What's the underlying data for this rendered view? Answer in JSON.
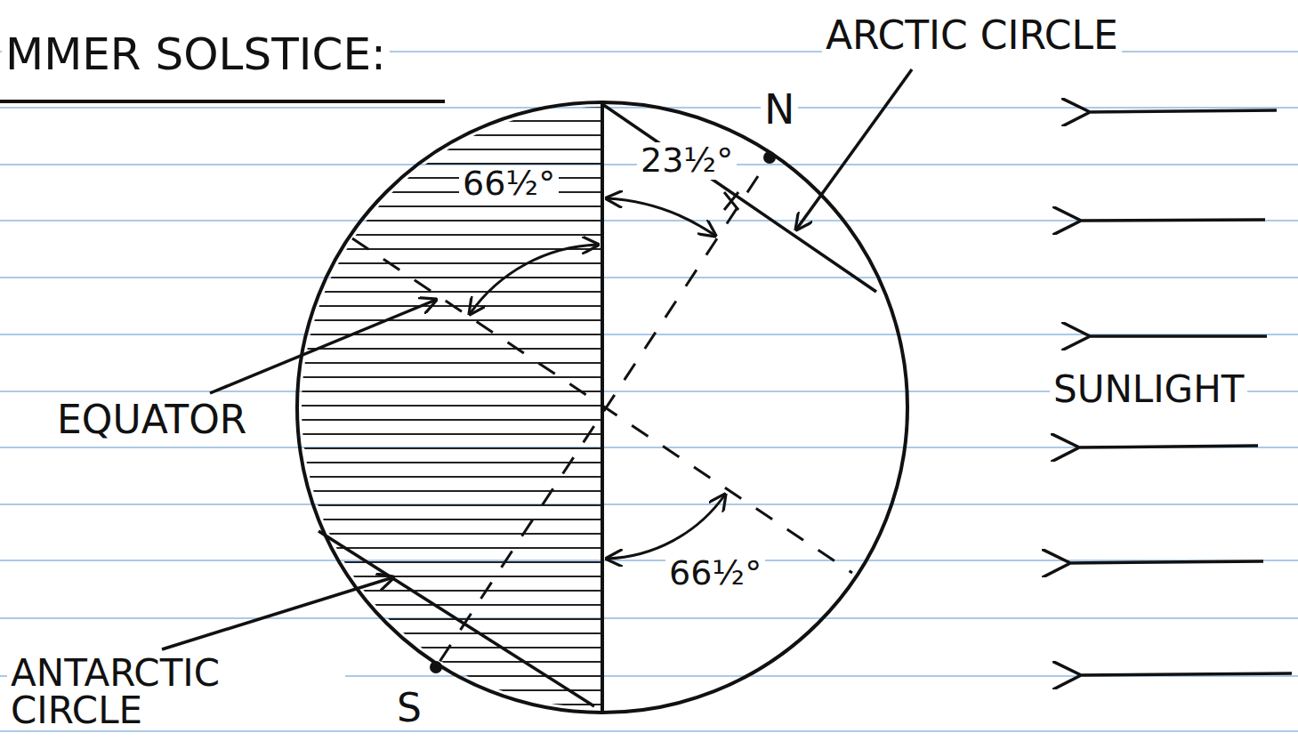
{
  "diagram": {
    "title": "MMER SOLSTICE:",
    "labels": [
      "ARCTIC CIRCLE",
      "N",
      "23½°",
      "66½°",
      "EQUATOR",
      "66½°",
      "SUNLIGHT",
      "ANTARCTIC CIRCLE",
      "S"
    ]
  }
}
